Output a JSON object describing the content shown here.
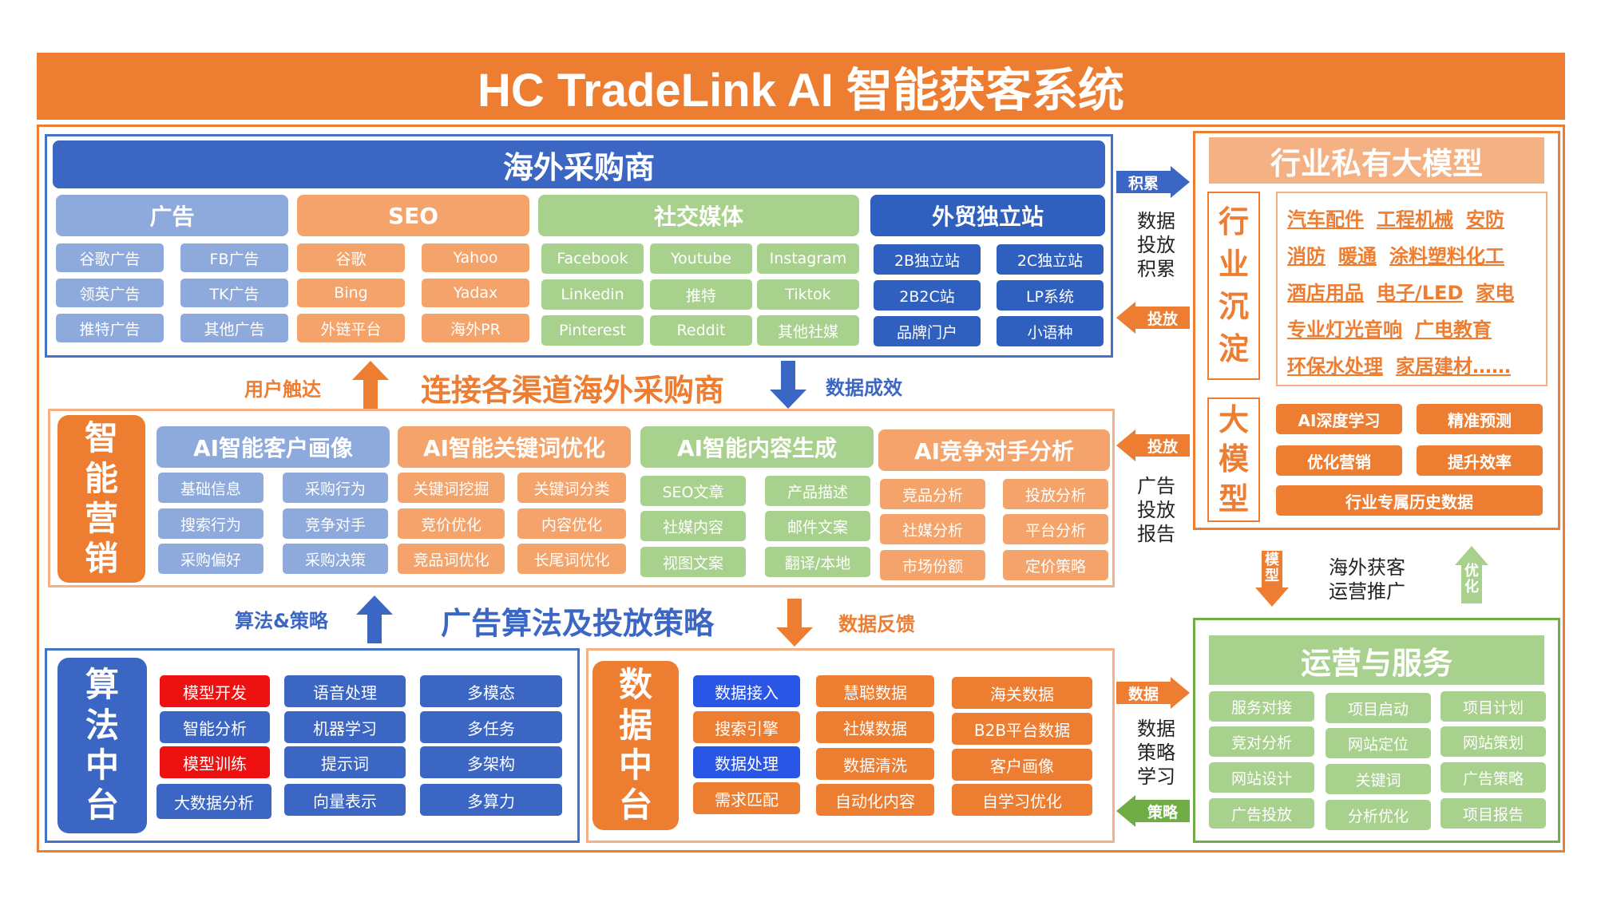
{
  "title": "HC TradeLink AI 智能获客系统",
  "buyers": {
    "header": "海外采购商",
    "groups": [
      {
        "name": "广告",
        "items": [
          "谷歌广告",
          "FB广告",
          "领英广告",
          "TK广告",
          "推特广告",
          "其他广告"
        ]
      },
      {
        "name": "SEO",
        "items": [
          "谷歌",
          "Yahoo",
          "Bing",
          "Yadax",
          "外链平台",
          "海外PR"
        ]
      },
      {
        "name": "社交媒体",
        "items": [
          "Facebook",
          "Youtube",
          "Instagram",
          "Linkedin",
          "推特",
          "Tiktok",
          "Pinterest",
          "Reddit",
          "其他社媒"
        ]
      },
      {
        "name": "外贸独立站",
        "items": [
          "2B独立站",
          "2C独立站",
          "2B2C站",
          "LP系统",
          "品牌门户",
          "小语种"
        ]
      }
    ]
  },
  "mid1": {
    "left_label": "用户触达",
    "slogan": "连接各渠道海外采购商",
    "right_label": "数据成效"
  },
  "marketing": {
    "side": [
      "智",
      "能",
      "营",
      "销"
    ],
    "groups": [
      {
        "name": "AI智能客户画像",
        "items": [
          "基础信息",
          "采购行为",
          "搜索行为",
          "竞争对手",
          "采购偏好",
          "采购决策"
        ]
      },
      {
        "name": "AI智能关键词优化",
        "items": [
          "关键词挖掘",
          "关键词分类",
          "竞价优化",
          "内容优化",
          "竞品词优化",
          "长尾词优化"
        ]
      },
      {
        "name": "AI智能内容生成",
        "items": [
          "SEO文章",
          "产品描述",
          "社媒内容",
          "邮件文案",
          "视图文案",
          "翻译/本地"
        ]
      },
      {
        "name": "AI竞争对手分析",
        "items": [
          "竞品分析",
          "投放分析",
          "社媒分析",
          "平台分析",
          "市场份额",
          "定价策略"
        ]
      }
    ]
  },
  "mid2": {
    "left_label": "算法&策略",
    "slogan": "广告算法及投放策略",
    "right_label": "数据反馈"
  },
  "algo": {
    "side": [
      "算",
      "法",
      "中",
      "台"
    ],
    "items": [
      "模型开发",
      "语音处理",
      "多模态",
      "智能分析",
      "机器学习",
      "多任务",
      "模型训练",
      "提示词",
      "多架构",
      "大数据分析",
      "向量表示",
      "多算力"
    ]
  },
  "datahub": {
    "side": [
      "数",
      "据",
      "中",
      "台"
    ],
    "items": [
      "数据接入",
      "慧聪数据",
      "海关数据",
      "搜索引擎",
      "社媒数据",
      "B2B平台数据",
      "数据处理",
      "数据清洗",
      "客户画像",
      "需求匹配",
      "自动化内容",
      "自学习优化"
    ]
  },
  "model": {
    "header": "行业私有大模型",
    "side1": [
      "行",
      "业",
      "沉",
      "淀"
    ],
    "industries": [
      "汽车配件",
      "工程机械",
      "安防",
      "消防",
      "暖通",
      "涂料塑料化工",
      "酒店用品",
      "电子/LED",
      "家电",
      "专业灯光音响",
      "广电教育",
      "环保水处理",
      "家居建材……"
    ],
    "side2": [
      "大",
      "模",
      "型"
    ],
    "buttons": [
      "AI深度学习",
      "精准预测",
      "优化营销",
      "提升效率",
      "行业专属历史数据"
    ]
  },
  "connectors": {
    "top_chip1": "积累",
    "top_text": [
      "数据",
      "投放",
      "积累"
    ],
    "top_chip2": "投放",
    "mid_chip": "投放",
    "mid_text": [
      "广告",
      "投放",
      "报告"
    ],
    "bot_chip1": "数据",
    "bot_text": [
      "数据",
      "策略",
      "学习"
    ],
    "bot_chip2": "策略",
    "right_down": "模型",
    "right_text": [
      "海外获客",
      "运营推广"
    ],
    "right_up": "优化"
  },
  "ops": {
    "header": "运营与服务",
    "items": [
      "服务对接",
      "项目启动",
      "项目计划",
      "竞对分析",
      "网站定位",
      "网站策划",
      "网站设计",
      "关键词",
      "广告策略",
      "广告投放",
      "分析优化",
      "项目报告"
    ]
  },
  "colors": {
    "orange": "#ed7d31",
    "blue": "#2f5fbf",
    "green": "#70ad47"
  }
}
